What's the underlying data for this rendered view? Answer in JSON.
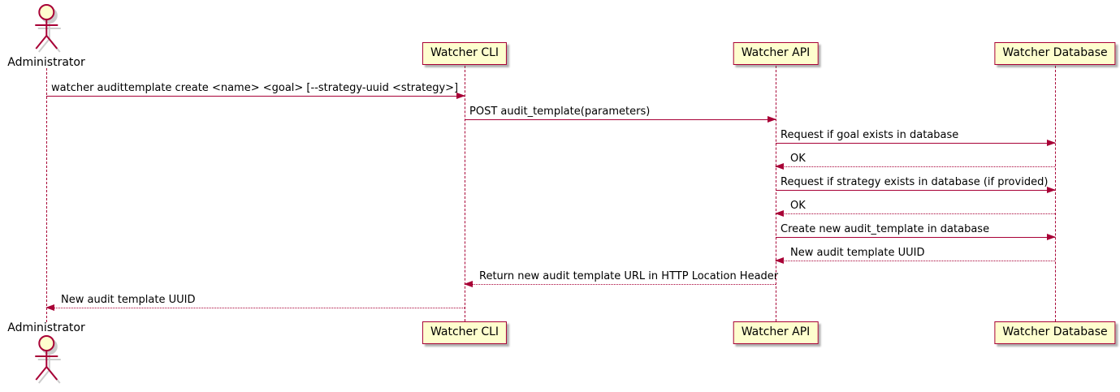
{
  "diagram": {
    "type": "sequence-diagram",
    "colors": {
      "accent": "#A80036",
      "participant_fill": "#FEFECE",
      "text": "#000000",
      "shadow": "#888888",
      "background": "#FFFFFF"
    }
  },
  "participants": [
    {
      "id": "administrator",
      "kind": "actor",
      "label": "Administrator"
    },
    {
      "id": "watcher-cli",
      "kind": "participant",
      "label": "Watcher CLI"
    },
    {
      "id": "watcher-api",
      "kind": "participant",
      "label": "Watcher API"
    },
    {
      "id": "watcher-database",
      "kind": "participant",
      "label": "Watcher Database"
    }
  ],
  "messages": [
    {
      "from": "administrator",
      "to": "watcher-cli",
      "style": "solid",
      "label": "watcher audittemplate create <name> <goal> [--strategy-uuid <strategy>]"
    },
    {
      "from": "watcher-cli",
      "to": "watcher-api",
      "style": "solid",
      "label": "POST audit_template(parameters)"
    },
    {
      "from": "watcher-api",
      "to": "watcher-database",
      "style": "solid",
      "label": "Request if goal exists in database"
    },
    {
      "from": "watcher-database",
      "to": "watcher-api",
      "style": "dotted",
      "label": "OK"
    },
    {
      "from": "watcher-api",
      "to": "watcher-database",
      "style": "solid",
      "label": "Request if strategy exists in database (if provided)"
    },
    {
      "from": "watcher-database",
      "to": "watcher-api",
      "style": "dotted",
      "label": "OK"
    },
    {
      "from": "watcher-api",
      "to": "watcher-database",
      "style": "solid",
      "label": "Create new audit_template in database"
    },
    {
      "from": "watcher-database",
      "to": "watcher-api",
      "style": "dotted",
      "label": "New audit template UUID"
    },
    {
      "from": "watcher-api",
      "to": "watcher-cli",
      "style": "dotted",
      "label": "Return new audit template URL in HTTP Location Header"
    },
    {
      "from": "watcher-cli",
      "to": "administrator",
      "style": "dotted",
      "label": "New audit template UUID"
    }
  ]
}
